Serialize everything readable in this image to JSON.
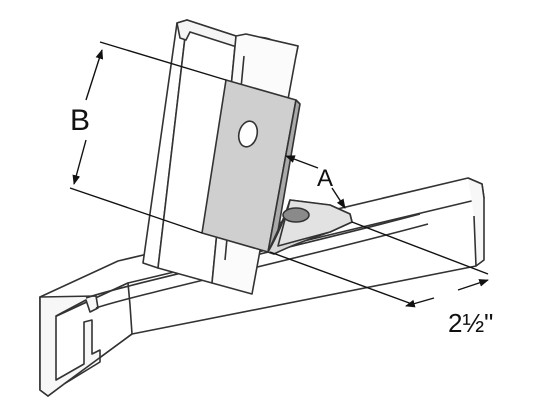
{
  "diagram": {
    "labels": {
      "B": "B",
      "A": "A",
      "width": "2½\""
    }
  }
}
